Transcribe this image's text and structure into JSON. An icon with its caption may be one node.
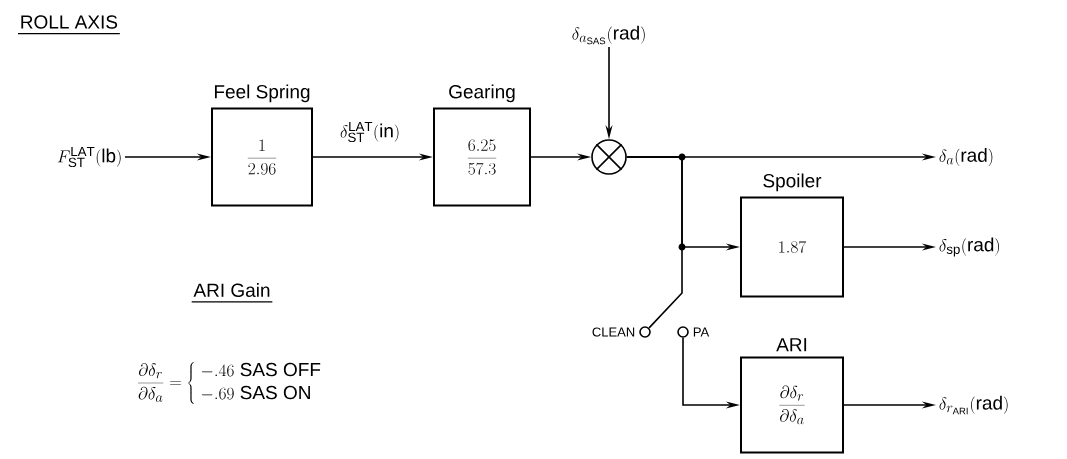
{
  "diagram": {
    "title": "ROLL AXIS",
    "nodes": [
      {
        "text": [
          "F_{\\mathrm{ST}}^{\\mathrm{LAT}}(\\mathrm{lb})"
        ]
      },
      {
        "text": [
          "Feel Spring",
          "\\frac{1}{2.96}"
        ]
      },
      {
        "text": [
          "Gearing",
          "\\frac{6.25}{57.3}"
        ]
      },
      {
        "text": [
          "\\delta_{a_{\\mathrm{SAS}}}(\\mathrm{rad})"
        ]
      },
      {
        "text": [],
        "shape": "circle"
      },
      {
        "text": [
          "\\delta_{a}(\\mathrm{rad})"
        ]
      },
      {
        "text": [
          "Spoiler",
          "1.87"
        ]
      },
      {
        "text": [
          "\\delta_{\\mathrm{sp}}(\\mathrm{rad})"
        ]
      },
      {
        "text": [],
        "shape": "circle",
        "beside": [
          "CLEAN"
        ]
      },
      {
        "text": [],
        "shape": "circle",
        "beside": [
          "PA"
        ]
      },
      {
        "text": [
          "ARI",
          "\\frac{\\partial\\delta_r}{\\partial\\delta_a}"
        ]
      },
      {
        "text": [
          "\\delta_{r_{\\mathrm{ARI}}}(\\mathrm{rad})"
        ]
      }
    ],
    "edges": [
      {
        "from": 0,
        "to": 1,
        "arrow": "to"
      },
      {
        "from": 1,
        "to": 2,
        "arrow": "to",
        "label": "\\delta_{\\mathrm{ST}}^{\\mathrm{LAT}}(\\mathrm{in})"
      },
      {
        "from": 2,
        "to": 4,
        "arrow": "to"
      },
      {
        "from": 3,
        "to": 4,
        "arrow": "to"
      },
      {
        "from": 4,
        "to": 5,
        "arrow": "to"
      },
      {
        "from": 4,
        "to": 6,
        "arrow": "to"
      },
      {
        "from": 4,
        "to": 8,
        "arrow": "none"
      },
      {
        "from": 9,
        "to": 10,
        "arrow": "to"
      },
      {
        "from": 6,
        "to": 7,
        "arrow": "to"
      },
      {
        "from": 10,
        "to": 11,
        "arrow": "to"
      }
    ],
    "labels": [
      "ARI Gain",
      "\\frac{\\partial\\delta_r}{\\partial\\delta_a} = \\left\\{\\begin{array}{l}-.46\\ \\mathrm{SAS\\ OFF}\\\\ -.69\\ \\mathrm{SAS\\ ON}\\end{array}\\right."
    ]
  }
}
